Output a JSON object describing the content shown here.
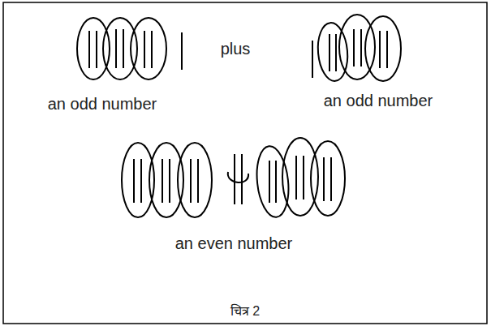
{
  "diagram": {
    "caption": "चित्र 2",
    "labels": [
      "an odd number",
      "plus",
      "an odd number",
      "an even number"
    ]
  }
}
